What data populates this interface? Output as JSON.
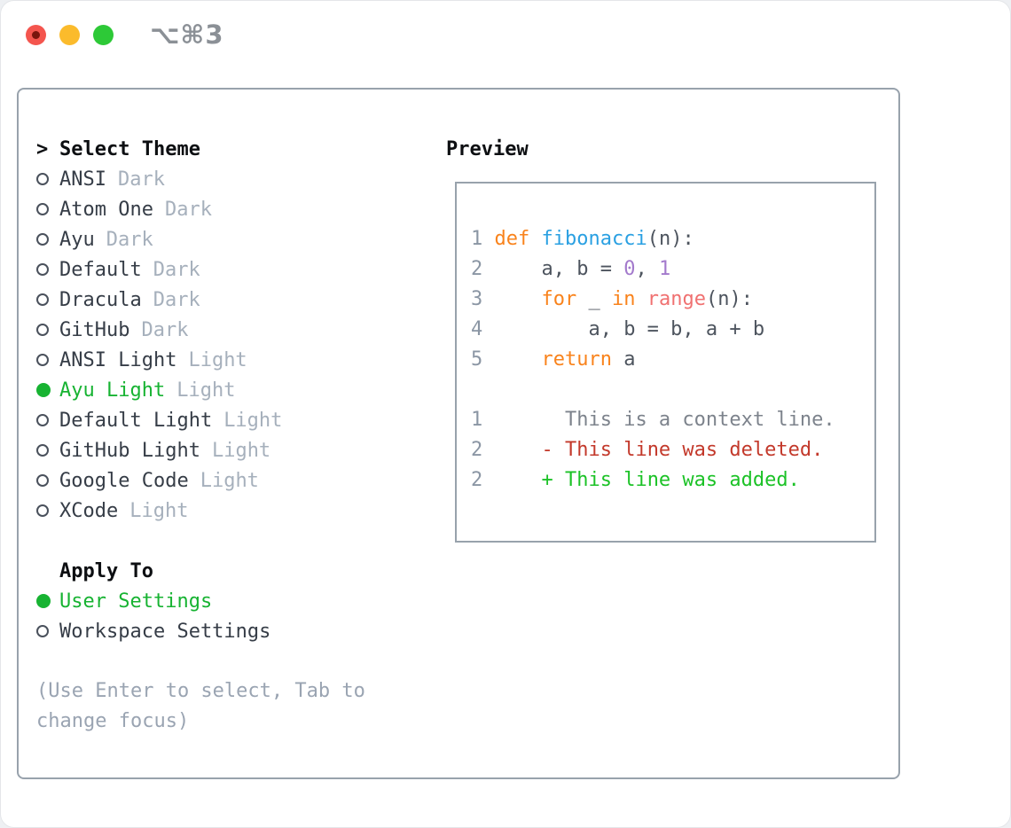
{
  "colors": {
    "ui_green": "#17b332",
    "text_dark": "#363d47",
    "text_black": "#0d0f12",
    "tag_gray": "#a6b0bc",
    "hint_gray": "#9aa4b2",
    "radio_outline": "#4a515c",
    "border_gray": "#98a2ac",
    "line_number": "#8b96a4",
    "code_plain": "#4d545e",
    "keyword_orange": "#f9831c",
    "function_blue": "#2aa0e2",
    "constant_purple": "#a37acc",
    "builtin_red": "#f07171",
    "context_gray": "#7d838c",
    "deleted_red": "#c3392b",
    "added_green": "#1cc227",
    "traffic_red": "#f4554e",
    "traffic_red_dot": "#7a150d",
    "traffic_yellow": "#fbbb2c",
    "traffic_green": "#2dc937",
    "shortcut_gray": "#8b9096"
  },
  "titlebar": {
    "shortcut": "⌥⌘3"
  },
  "theme_panel": {
    "prompt": ">",
    "title": "Select Theme",
    "items": [
      {
        "name": "ANSI",
        "tag": "Dark",
        "selected": false
      },
      {
        "name": "Atom One",
        "tag": "Dark",
        "selected": false
      },
      {
        "name": "Ayu",
        "tag": "Dark",
        "selected": false
      },
      {
        "name": "Default",
        "tag": "Dark",
        "selected": false
      },
      {
        "name": "Dracula",
        "tag": "Dark",
        "selected": false
      },
      {
        "name": "GitHub",
        "tag": "Dark",
        "selected": false
      },
      {
        "name": "ANSI Light",
        "tag": "Light",
        "selected": false
      },
      {
        "name": "Ayu Light",
        "tag": "Light",
        "selected": true
      },
      {
        "name": "Default Light",
        "tag": "Light",
        "selected": false
      },
      {
        "name": "GitHub Light",
        "tag": "Light",
        "selected": false
      },
      {
        "name": "Google Code",
        "tag": "Light",
        "selected": false
      },
      {
        "name": "XCode",
        "tag": "Light",
        "selected": false
      }
    ],
    "apply_to": {
      "title": "Apply To",
      "options": [
        {
          "name": "User Settings",
          "selected": true
        },
        {
          "name": "Workspace Settings",
          "selected": false
        }
      ]
    },
    "hint": "(Use Enter to select, Tab to change focus)"
  },
  "preview": {
    "title": "Preview",
    "lines": [
      {
        "type": "code",
        "segments": [
          {
            "c": "num",
            "t": "1"
          },
          {
            "c": "plain",
            "t": " "
          },
          {
            "c": "kw",
            "t": "def"
          },
          {
            "c": "plain",
            "t": " "
          },
          {
            "c": "fn",
            "t": "fibonacci"
          },
          {
            "c": "plain",
            "t": "(n):"
          }
        ]
      },
      {
        "type": "code",
        "segments": [
          {
            "c": "num",
            "t": "2"
          },
          {
            "c": "plain",
            "t": "     a, b = "
          },
          {
            "c": "const",
            "t": "0"
          },
          {
            "c": "plain",
            "t": ", "
          },
          {
            "c": "const",
            "t": "1"
          }
        ]
      },
      {
        "type": "code",
        "segments": [
          {
            "c": "num",
            "t": "3"
          },
          {
            "c": "plain",
            "t": "     "
          },
          {
            "c": "kw",
            "t": "for"
          },
          {
            "c": "plain",
            "t": " _ "
          },
          {
            "c": "kw",
            "t": "in"
          },
          {
            "c": "plain",
            "t": " "
          },
          {
            "c": "builtin",
            "t": "range"
          },
          {
            "c": "plain",
            "t": "(n):"
          }
        ]
      },
      {
        "type": "code",
        "segments": [
          {
            "c": "num",
            "t": "4"
          },
          {
            "c": "plain",
            "t": "         a, b = b, a + b"
          }
        ]
      },
      {
        "type": "code",
        "segments": [
          {
            "c": "num",
            "t": "5"
          },
          {
            "c": "plain",
            "t": "     "
          },
          {
            "c": "kw",
            "t": "return"
          },
          {
            "c": "plain",
            "t": " a"
          }
        ]
      },
      {
        "type": "blank",
        "segments": []
      },
      {
        "type": "diff-context",
        "segments": [
          {
            "c": "num",
            "t": "1"
          },
          {
            "c": "plain",
            "t": "       "
          },
          {
            "c": "ctx",
            "t": "This is a context line."
          }
        ]
      },
      {
        "type": "diff-deleted",
        "segments": [
          {
            "c": "num",
            "t": "2"
          },
          {
            "c": "plain",
            "t": "     "
          },
          {
            "c": "del",
            "t": "- This line was deleted."
          }
        ]
      },
      {
        "type": "diff-added",
        "segments": [
          {
            "c": "num",
            "t": "2"
          },
          {
            "c": "plain",
            "t": "     "
          },
          {
            "c": "add",
            "t": "+ This line was added."
          }
        ]
      }
    ]
  }
}
